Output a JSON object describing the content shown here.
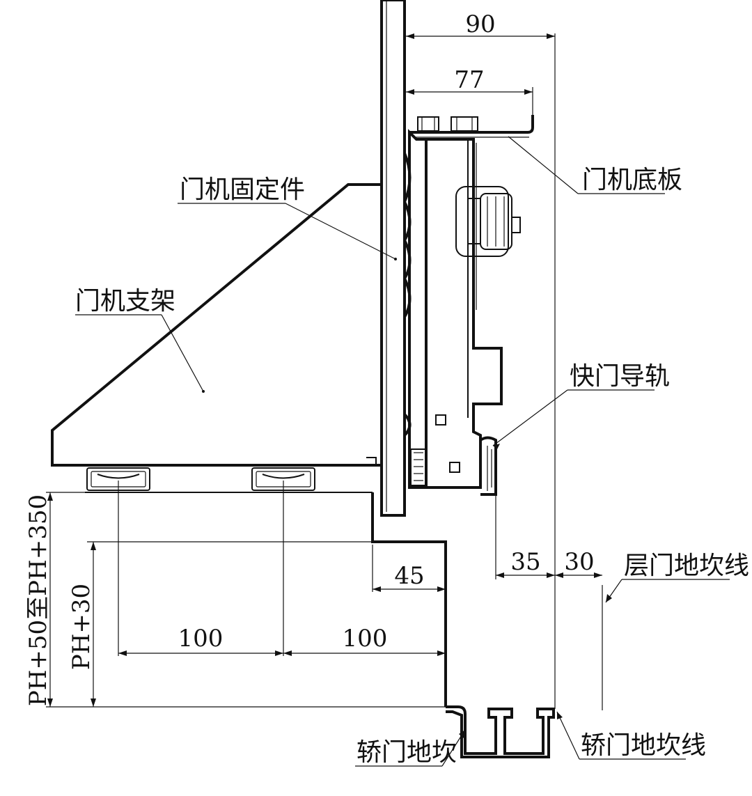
{
  "labels": {
    "door_machine_fixture": "门机固定件",
    "door_machine_bracket": "门机支架",
    "door_machine_base_plate": "门机底板",
    "fast_door_guide_rail": "快门导轨",
    "landing_sill_line": "层门地坎线",
    "car_door_sill": "轿门地坎",
    "car_door_sill_line": "轿门地坎线"
  },
  "dimensions": {
    "d90": "90",
    "d77": "77",
    "d45": "45",
    "d35": "35",
    "d30": "30",
    "d100_left": "100",
    "d100_right": "100",
    "ph30": "PH+30",
    "ph50_350": "PH+50至PH+350"
  }
}
